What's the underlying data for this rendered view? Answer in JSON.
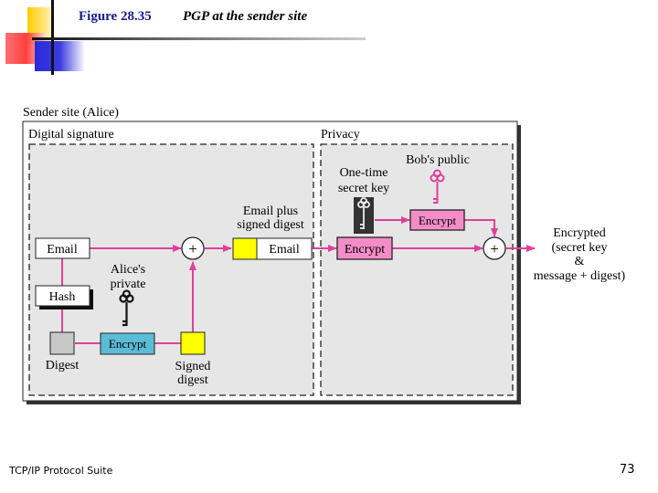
{
  "slide": {
    "figure_number": "Figure 28.35",
    "figure_title": "PGP at the sender site",
    "footer": "TCP/IP Protocol Suite",
    "page_number": "73"
  },
  "diagram": {
    "outer_label": "Sender site (Alice)",
    "sections": {
      "digital_signature": "Digital signature",
      "privacy": "Privacy"
    },
    "nodes": {
      "email": "Email",
      "hash": "Hash",
      "digest": "Digest",
      "alice_key_line1": "Alice's",
      "alice_key_line2": "private",
      "encrypt_sig": "Encrypt",
      "signed_digest_line1": "Signed",
      "signed_digest_line2": "digest",
      "combine1": "+",
      "email_plus_line1": "Email plus",
      "email_plus_line2": "signed digest",
      "email_packet": "Email",
      "onetime_line1": "One-time",
      "onetime_line2": "secret key",
      "bob_public": "Bob's public",
      "encrypt_key": "Encrypt",
      "encrypt_msg": "Encrypt",
      "combine2": "+",
      "output_line1": "Encrypted",
      "output_line2": "(secret key",
      "output_line3": "&",
      "output_line4": "message + digest)"
    },
    "colors": {
      "arrow": "#e0409a",
      "pink_box": "#f48cc8",
      "blue_box": "#5bbcd8",
      "yellow": "#ffff00",
      "digest_gray": "#c8c8c8",
      "panel_bg": "#e6e6e6"
    }
  }
}
